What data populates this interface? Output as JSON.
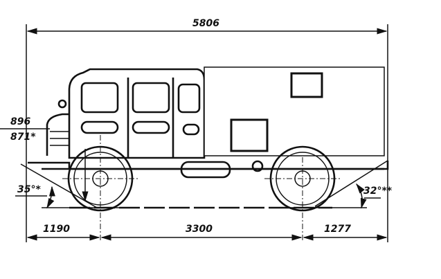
{
  "drawing": {
    "overall_length": "5806",
    "height_upper": "896",
    "height_lower": "871*",
    "approach_angle": "35°*",
    "departure_angle": "32°**",
    "front_overhang": "1190",
    "wheelbase": "3300",
    "rear_overhang": "1277"
  },
  "colors": {
    "line": "#111111",
    "background": "#ffffff"
  }
}
